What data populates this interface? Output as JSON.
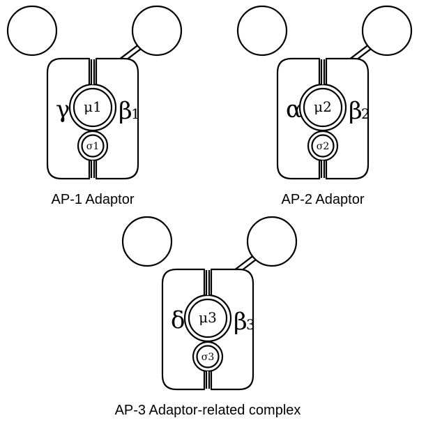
{
  "complexes": [
    {
      "id": "ap1",
      "large_left": "γ",
      "large_right_base": "β",
      "large_right_sub": "1",
      "medium": "μ1",
      "small": "σ1",
      "caption": "AP-1 Adaptor"
    },
    {
      "id": "ap2",
      "large_left": "α",
      "large_right_base": "β",
      "large_right_sub": "2",
      "medium": "μ2",
      "small": "σ2",
      "caption": "AP-2 Adaptor"
    },
    {
      "id": "ap3",
      "large_left": "δ",
      "large_right_base": "β",
      "large_right_sub": "3",
      "medium": "μ3",
      "small": "σ3",
      "caption": "AP-3 Adaptor-related complex"
    }
  ]
}
